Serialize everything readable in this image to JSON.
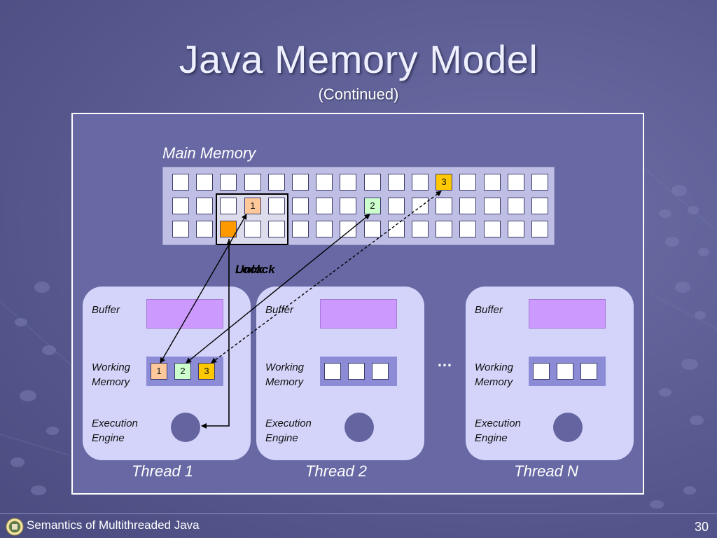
{
  "slide": {
    "title": "Java Memory Model",
    "subtitle": "(Continued)",
    "footer": "Semantics of Multithreaded Java",
    "page_number": "30"
  },
  "main_memory": {
    "label": "Main Memory",
    "rows": 3,
    "cols": 16,
    "highlighted_cells": [
      {
        "row": 0,
        "col": 11,
        "text": "3",
        "color": "#ffc800"
      },
      {
        "row": 1,
        "col": 3,
        "text": "1",
        "color": "#ffc89a"
      },
      {
        "row": 1,
        "col": 8,
        "text": "2",
        "color": "#ccffcc"
      },
      {
        "row": 2,
        "col": 2,
        "text": "",
        "color": "#ff9900"
      }
    ],
    "lock_labels": [
      "Lock",
      "Unlock"
    ]
  },
  "threads": [
    {
      "name": "Thread 1",
      "buffer_label": "Buffer",
      "working_memory_label_1": "Working",
      "working_memory_label_2": "Memory",
      "engine_label_1": "Execution",
      "engine_label_2": "Engine",
      "working_cells": [
        {
          "text": "1",
          "color": "#ffc89a"
        },
        {
          "text": "2",
          "color": "#ccffcc"
        },
        {
          "text": "3",
          "color": "#ffc800"
        }
      ]
    },
    {
      "name": "Thread 2",
      "buffer_label": "Buffer",
      "working_memory_label_1": "Working",
      "working_memory_label_2": "Memory",
      "engine_label_1": "Execution",
      "engine_label_2": "Engine",
      "working_cells": [
        {
          "text": "",
          "color": "#ffffff"
        },
        {
          "text": "",
          "color": "#ffffff"
        },
        {
          "text": "",
          "color": "#ffffff"
        }
      ]
    },
    {
      "name": "Thread N",
      "buffer_label": "Buffer",
      "working_memory_label_1": "Working",
      "working_memory_label_2": "Memory",
      "engine_label_1": "Execution",
      "engine_label_2": "Engine",
      "working_cells": [
        {
          "text": "",
          "color": "#ffffff"
        },
        {
          "text": "",
          "color": "#ffffff"
        },
        {
          "text": "",
          "color": "#ffffff"
        }
      ]
    }
  ],
  "ellipsis": "…",
  "colors": {
    "panel": "#6768a4",
    "thread_bg": "#d4d4fa",
    "buffer": "#cc99ff",
    "working_memory_bg": "#8c8cd6",
    "engine": "#6465a0"
  }
}
